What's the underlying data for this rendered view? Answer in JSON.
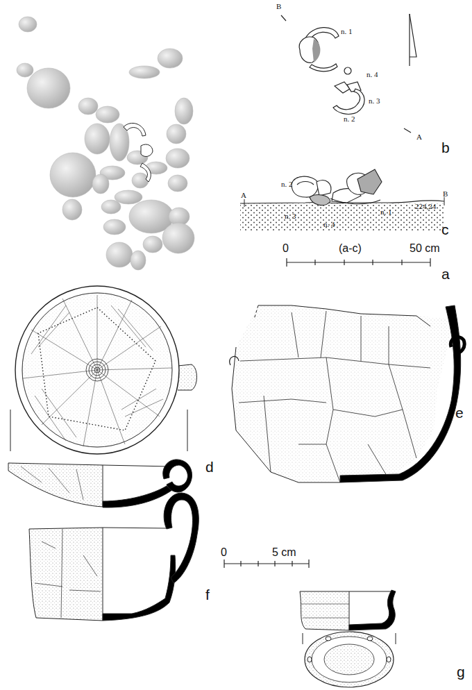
{
  "diagram": {
    "labels": [
      "B",
      "n. 1",
      "n. 4",
      "n. 3",
      "n. 2",
      "A",
      "b",
      "n. 2",
      "A",
      "B",
      "n. 3",
      "n. 1",
      "224,24",
      "n. 4",
      "c",
      "0",
      "(a-c)",
      "50 cm",
      "a",
      "d",
      "e",
      "f",
      "g",
      "0",
      "5 cm"
    ]
  }
}
